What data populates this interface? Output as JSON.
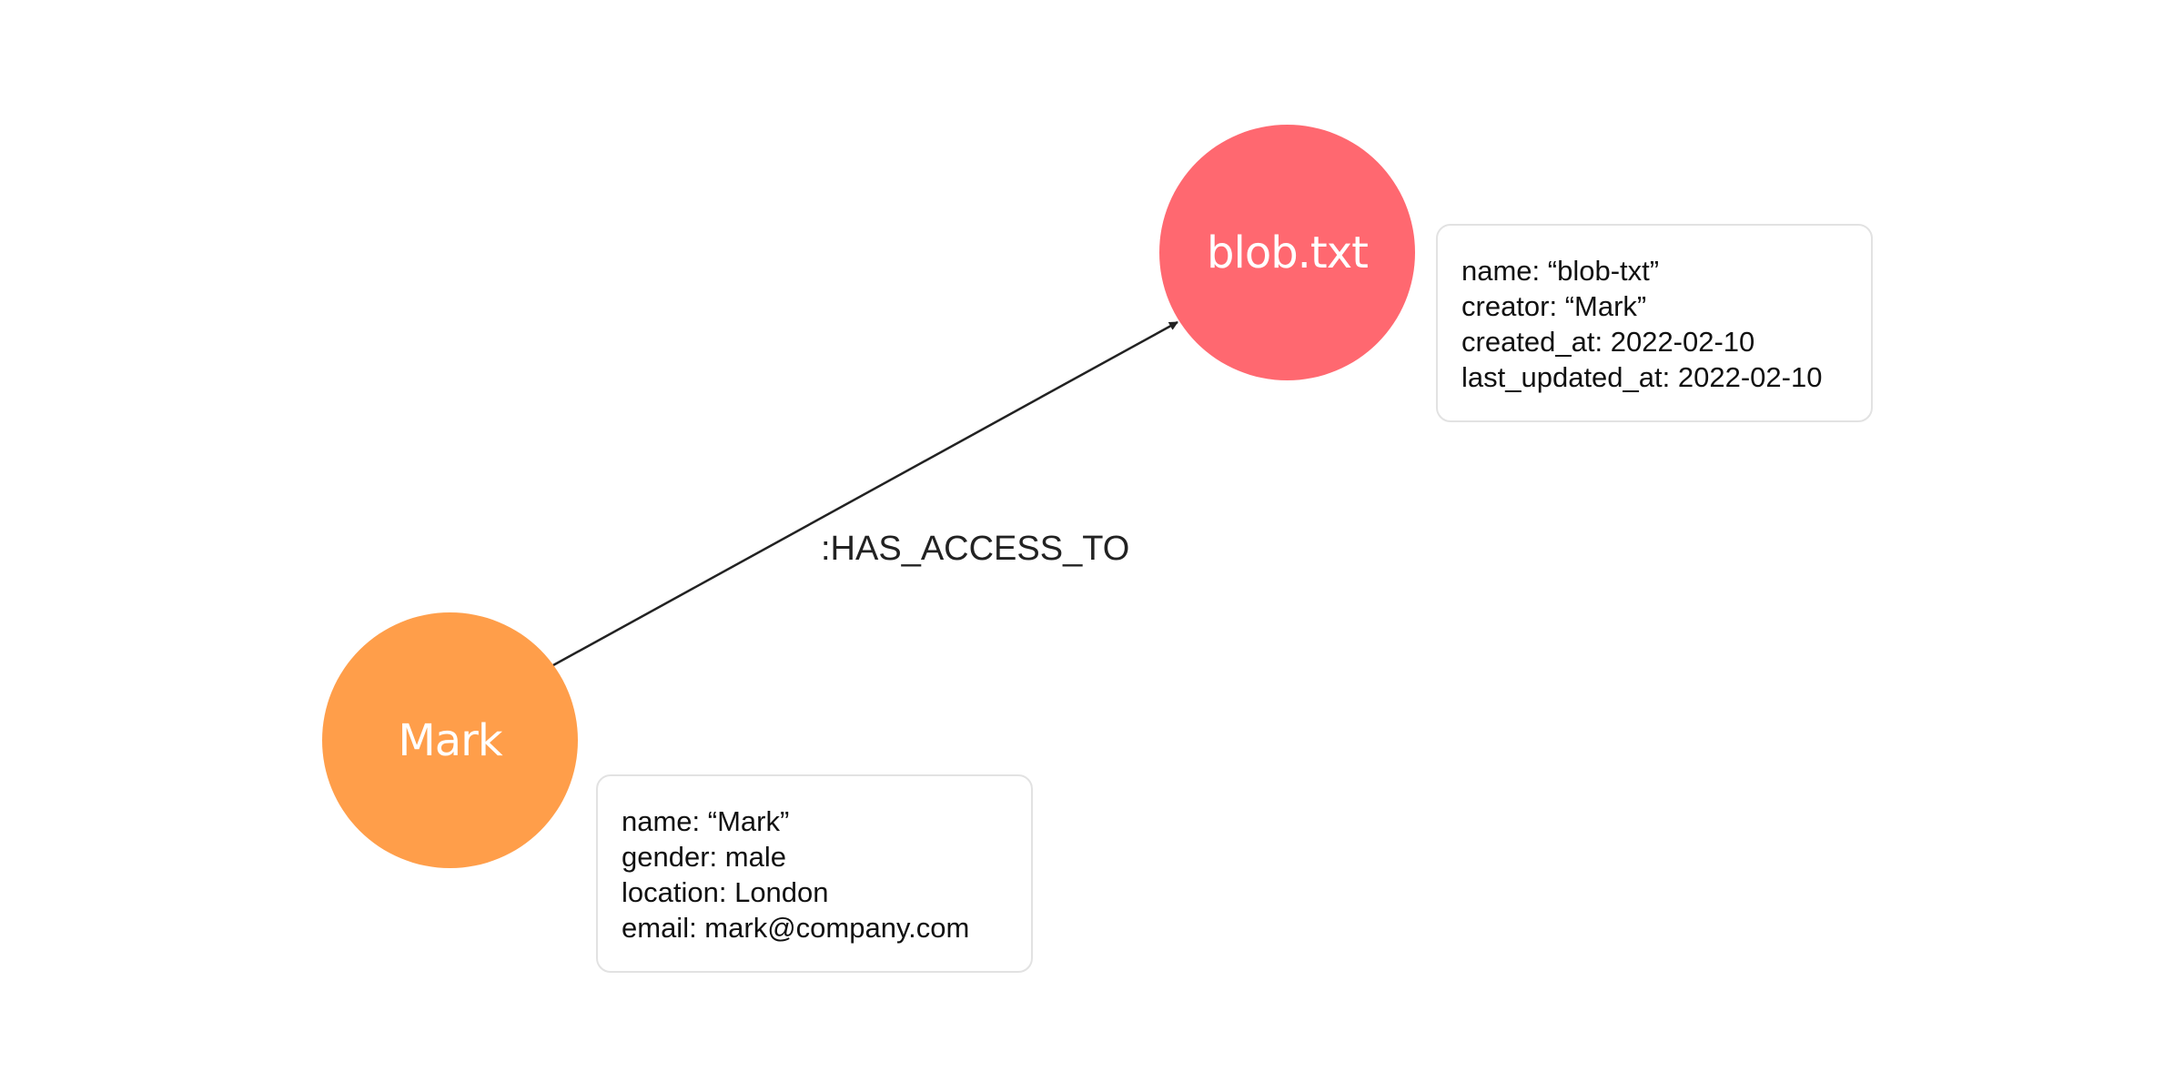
{
  "colors": {
    "person_node": "#FF9E4A",
    "file_node": "#FF6870",
    "edge": "#222222",
    "card_border": "#E2E2E2"
  },
  "nodes": {
    "mark": {
      "label": "Mark",
      "properties": [
        "name: “Mark”",
        "gender: male",
        "location: London",
        "email: mark@company.com"
      ]
    },
    "blob": {
      "label": "blob.txt",
      "properties": [
        "name: “blob-txt”",
        "creator: “Mark”",
        "created_at: 2022-02-10",
        "last_updated_at: 2022-02-10"
      ]
    }
  },
  "edge": {
    "label": ":HAS_ACCESS_TO",
    "from": "Mark",
    "to": "blob.txt"
  }
}
